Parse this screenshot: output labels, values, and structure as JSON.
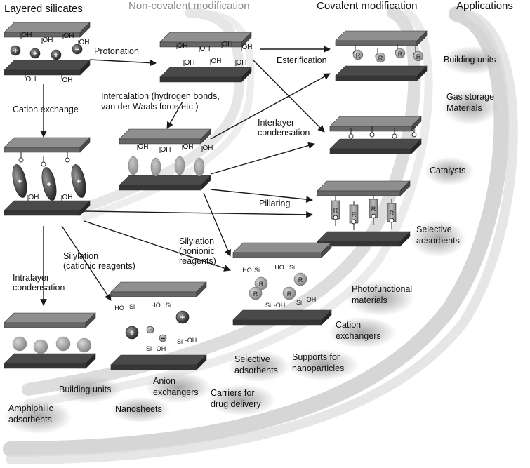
{
  "headers": {
    "layered": "Layered silicates",
    "noncovalent": "Non-covalent modification",
    "covalent": "Covalent modification",
    "applications": "Applications"
  },
  "process_labels": {
    "protonation": "Protonation",
    "intercalation": [
      "Intercalation (hydrogen bonds,",
      "van der Waals force etc.)"
    ],
    "cation_exchange": "Cation exchange",
    "esterification": "Esterification",
    "interlayer_condensation": [
      "Interlayer",
      "condensation"
    ],
    "pillaring": "Pillaring",
    "silylation_nonionic": [
      "Silylation",
      "(nonionic",
      "reagents)"
    ],
    "silylation_cationic": [
      "Silylation",
      "(cationic reagents)"
    ],
    "intralayer_condensation": [
      "Intralayer",
      "condensation"
    ]
  },
  "applications": {
    "building_units_top": "Building units",
    "gas_storage": [
      "Gas storage",
      "Materials"
    ],
    "catalysts": "Catalysts",
    "selective_adsorbents_right": [
      "Selective",
      "adsorbents"
    ],
    "photofunctional": [
      "Photofunctional",
      "materials"
    ],
    "cation_exchangers": [
      "Cation",
      "exchangers"
    ],
    "supports": [
      "Supports for",
      "nanoparticles"
    ],
    "selective_adsorbents_mid": [
      "Selective",
      "adsorbents"
    ],
    "carriers": [
      "Carriers for",
      "drug delivery"
    ],
    "anion_exchangers": [
      "Anion",
      "exchangers"
    ],
    "building_units_bottom": "Building units",
    "nanosheets": "Nanosheets",
    "amphiphilic": [
      "Amphiphilic",
      "adsorbents"
    ]
  },
  "chemical_labels": {
    "hydroxyl": "OH",
    "organic_group": "R",
    "silicon": "Si",
    "silanol": "HO",
    "silyl_oh": "-OH",
    "plus": "+",
    "minus": "−"
  },
  "colors": {
    "layer_top": "#8f8f8f",
    "layer_bottom": "#4a4a4a",
    "arrow": "#1a1a1a",
    "band": "#cfcfcf"
  }
}
